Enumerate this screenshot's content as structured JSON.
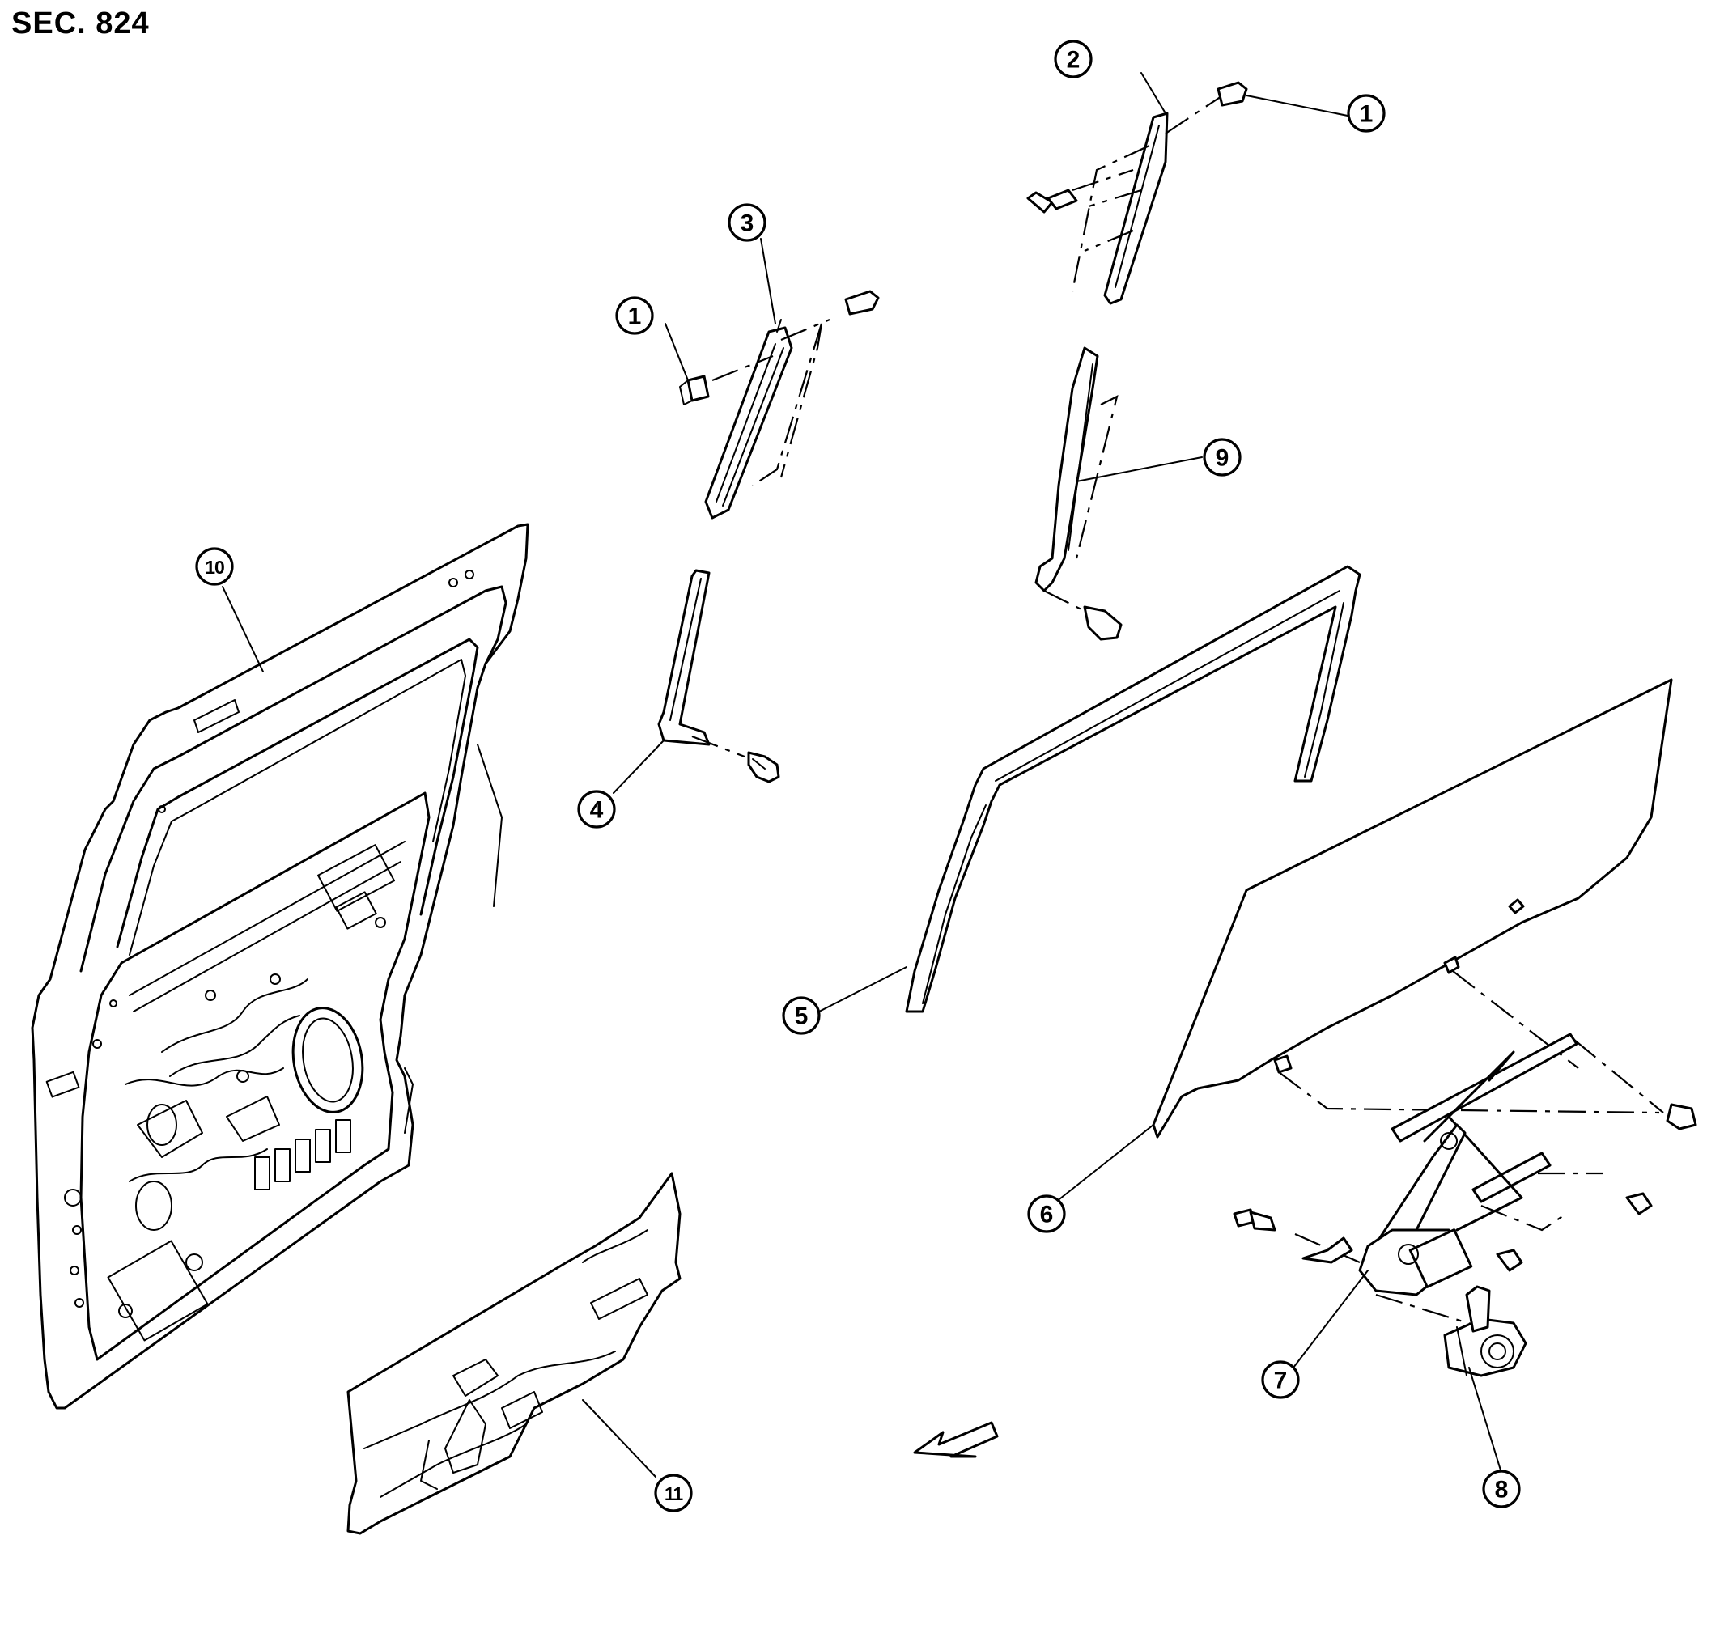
{
  "section": "SEC. 824",
  "callouts": [
    {
      "label": "1"
    },
    {
      "label": "2"
    },
    {
      "label": "1"
    },
    {
      "label": "3"
    },
    {
      "label": "4"
    },
    {
      "label": "9"
    },
    {
      "label": "10"
    },
    {
      "label": "5"
    },
    {
      "label": "6"
    },
    {
      "label": "7"
    },
    {
      "label": "8"
    },
    {
      "label": "11"
    }
  ]
}
